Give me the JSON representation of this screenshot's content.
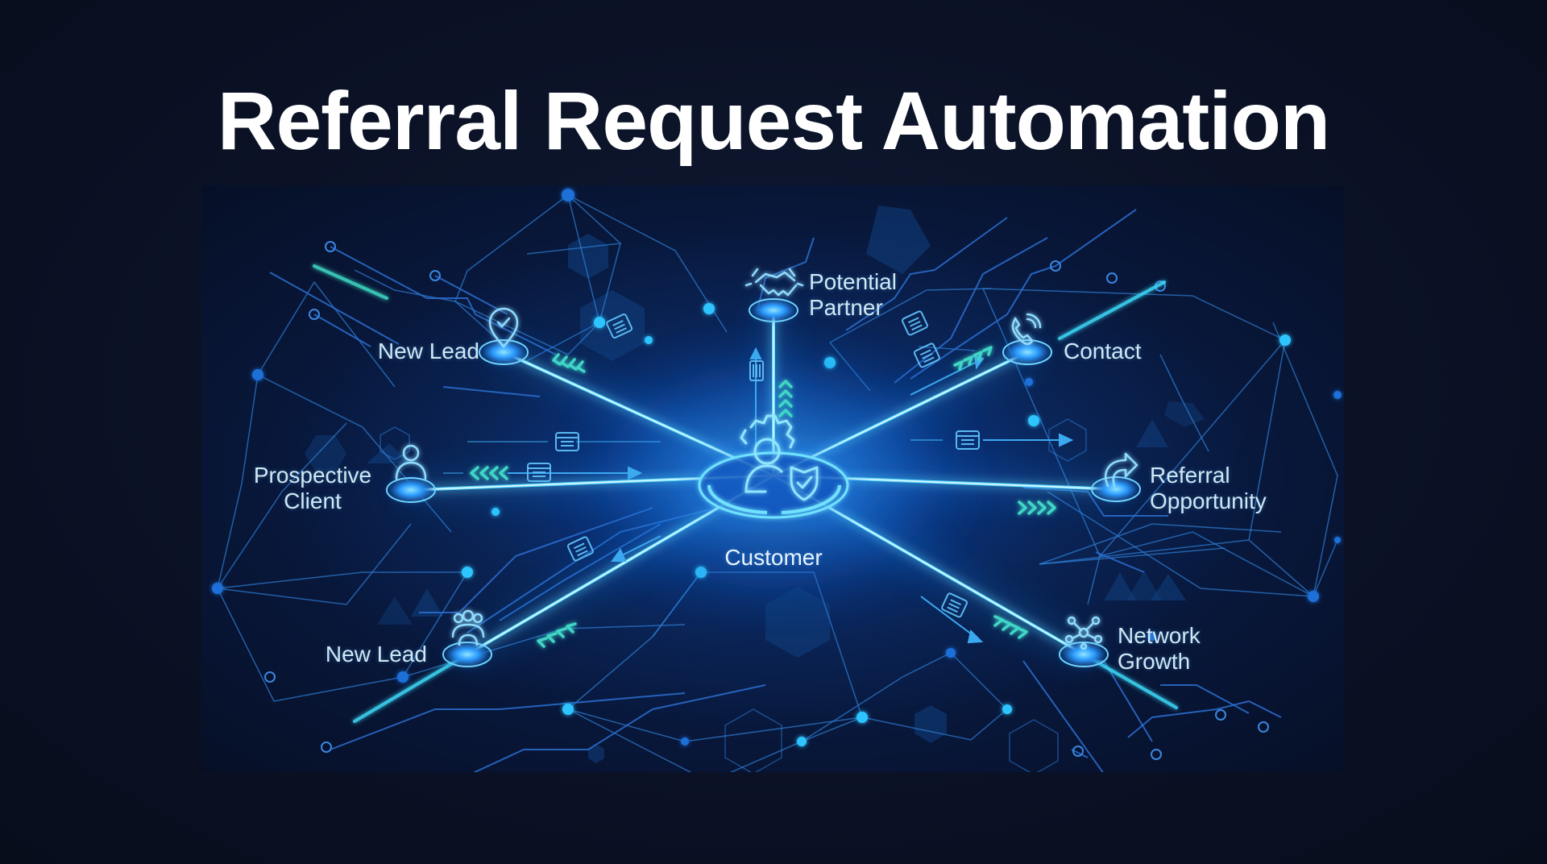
{
  "title": "Referral Request Automation",
  "colors": {
    "background": "#0b1226",
    "title_text": "#ffffff",
    "label_text": "#cfe8f5",
    "glow_cyan": "#3fe0ff",
    "beam_blue": "#1e8fff",
    "network_line": "#2f7fd6",
    "chevron_teal": "#3fd6c6"
  },
  "diagram": {
    "hub": {
      "label": "Customer",
      "icon": "user-gear-shield-icon"
    },
    "nodes": [
      {
        "id": "new-lead-top",
        "label_lines": [
          "New Lead"
        ],
        "icon": "location-pin-check-icon",
        "flow": "inbound"
      },
      {
        "id": "potential-partner",
        "label_lines": [
          "Potential",
          "Partner"
        ],
        "icon": "handshake-icon",
        "flow": "outbound"
      },
      {
        "id": "contact",
        "label_lines": [
          "Contact"
        ],
        "icon": "phone-ringing-icon",
        "flow": "outbound"
      },
      {
        "id": "prospective-client",
        "label_lines": [
          "Prospective",
          "Client"
        ],
        "icon": "user-icon",
        "flow": "inbound"
      },
      {
        "id": "referral-opportunity",
        "label_lines": [
          "Referral",
          "Opportunity"
        ],
        "icon": "share-arrow-icon",
        "flow": "outbound"
      },
      {
        "id": "new-lead-bottom",
        "label_lines": [
          "New Lead"
        ],
        "icon": "user-group-icon",
        "flow": "inbound"
      },
      {
        "id": "network-growth",
        "label_lines": [
          "Network",
          "Growth"
        ],
        "icon": "network-nodes-icon",
        "flow": "outbound"
      }
    ]
  }
}
